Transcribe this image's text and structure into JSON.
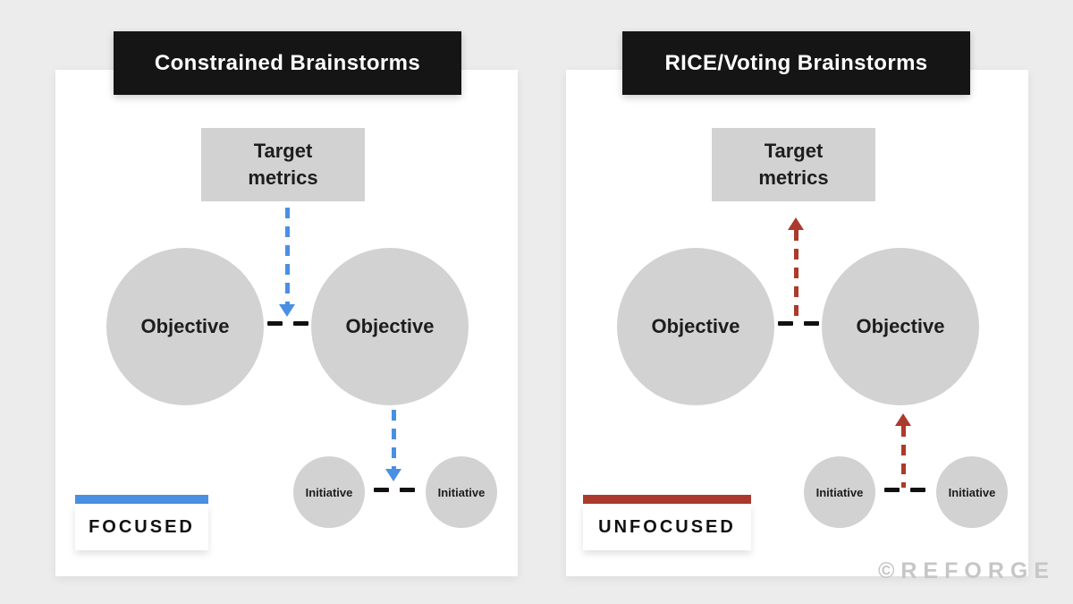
{
  "watermark": "©REFORGE",
  "colors": {
    "background": "#ececec",
    "panel": "#ffffff",
    "header_bg": "#151515",
    "header_text": "#ffffff",
    "shape_gray": "#d2d2d2",
    "text_dark": "#1d1d1d",
    "connector_black": "#111111",
    "focused_blue": "#4a90e2",
    "unfocused_red": "#ab3a2c",
    "watermark_gray": "#c6c6c6"
  },
  "panels": [
    {
      "header": "Constrained Brainstorms",
      "target_box": "Target\nmetrics",
      "objectives": [
        "Objective",
        "Objective"
      ],
      "initiatives": [
        "Initiative",
        "Initiative"
      ],
      "badge": "FOCUSED",
      "accent_color": "#4a90e2",
      "arrow_flow": "top-down"
    },
    {
      "header": "RICE/Voting Brainstorms",
      "target_box": "Target\nmetrics",
      "objectives": [
        "Objective",
        "Objective"
      ],
      "initiatives": [
        "Initiative",
        "Initiative"
      ],
      "badge": "UNFOCUSED",
      "accent_color": "#ab3a2c",
      "arrow_flow": "bottom-up"
    }
  ]
}
